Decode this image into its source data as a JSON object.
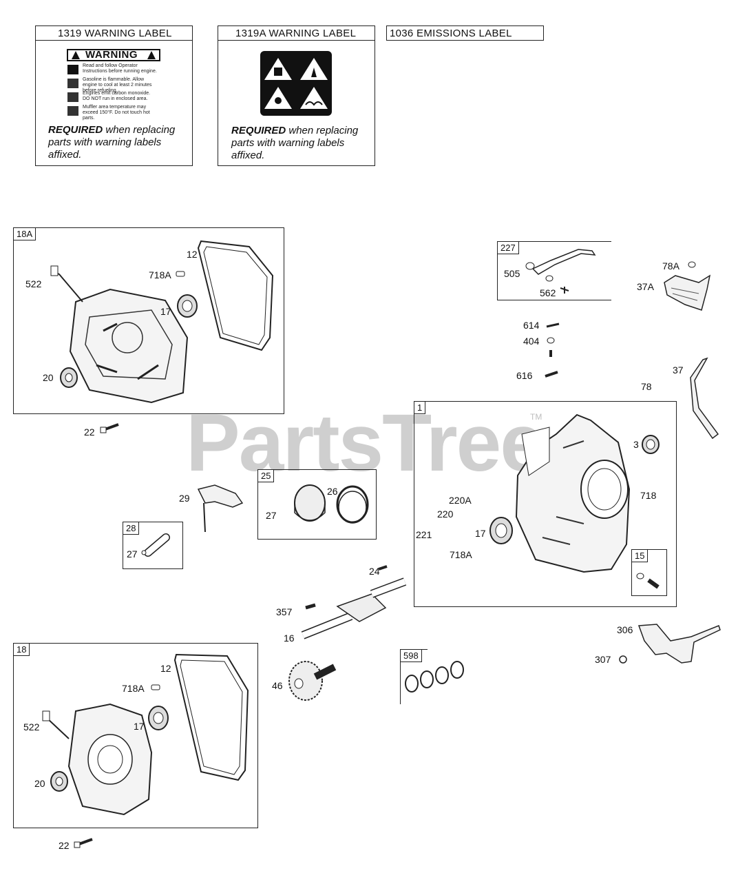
{
  "labels": {
    "warning_1319": {
      "title": "1319 WARNING LABEL",
      "warning_word": "WARNING",
      "lines": [
        "Read and follow Operator Instructions before running engine.",
        "Gasoline is flammable. Allow engine to cool at least 2 minutes before refueling.",
        "Engines emit carbon monoxide. DO NOT run in enclosed area.",
        "Muffler area temperature may exceed 150°F. Do not touch hot parts."
      ],
      "required_bold": "REQUIRED",
      "required_rest": " when replacing parts with warning labels affixed."
    },
    "warning_1319A": {
      "title": "1319A WARNING LABEL",
      "required_bold": "REQUIRED",
      "required_rest": " when replacing parts with warning labels affixed."
    },
    "emissions_1036": {
      "title": "1036 EMISSIONS LABEL"
    }
  },
  "watermark": {
    "text": "PartsTree",
    "tm": "TM"
  },
  "groups": {
    "g18A": "18A",
    "g227": "227",
    "g1": "1",
    "g25": "25",
    "g28": "28",
    "g15": "15",
    "g18": "18",
    "g598": "598"
  },
  "parts": {
    "p18A_522": "522",
    "p18A_718A": "718A",
    "p18A_12": "12",
    "p18A_17": "17",
    "p18A_20": "20",
    "p22_top": "22",
    "p505": "505",
    "p562": "562",
    "p78A": "78A",
    "p37A": "37A",
    "p614": "614",
    "p404": "404",
    "p616": "616",
    "p37": "37",
    "p78": "78",
    "p3": "3",
    "p718": "718",
    "p220A": "220A",
    "p220": "220",
    "p221": "221",
    "p1_17": "17",
    "p1_718A": "718A",
    "p29": "29",
    "p26": "26",
    "p25_27": "27",
    "p28_27": "27",
    "p24": "24",
    "p357": "357",
    "p16": "16",
    "p46": "46",
    "p306": "306",
    "p307": "307",
    "p18_12": "12",
    "p18_718A": "718A",
    "p18_17": "17",
    "p18_522": "522",
    "p18_20": "20",
    "p22_bottom": "22"
  }
}
